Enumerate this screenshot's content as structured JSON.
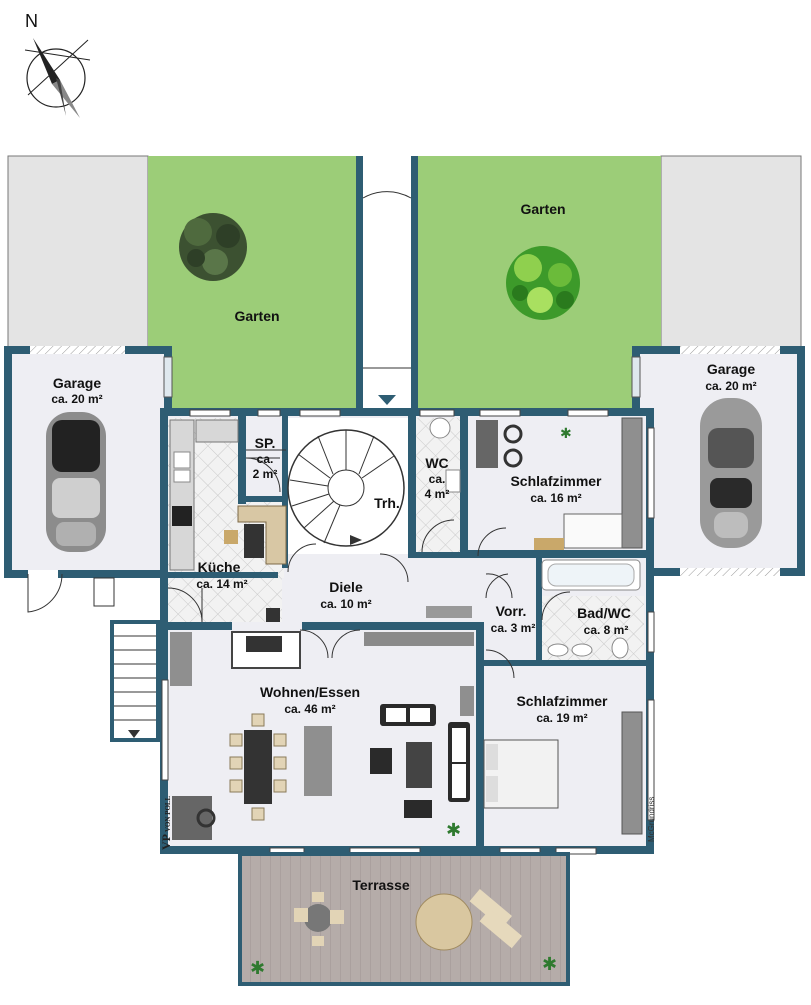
{
  "compass": {
    "label": "N"
  },
  "rooms": {
    "garden_left": {
      "name": "Garten"
    },
    "garden_right": {
      "name": "Garten"
    },
    "garage_left": {
      "name": "Garage",
      "area": "ca. 20 m²"
    },
    "garage_right": {
      "name": "Garage",
      "area": "ca. 20 m²"
    },
    "pantry": {
      "name": "SP.",
      "area_line1": "ca.",
      "area_line2": "2 m²"
    },
    "wc": {
      "name": "WC",
      "area_line1": "ca.",
      "area_line2": "4 m²"
    },
    "stairs": {
      "name": "Trh."
    },
    "bedroom_top": {
      "name": "Schlafzimmer",
      "area": "ca. 16 m²"
    },
    "kitchen": {
      "name": "Küche",
      "area": "ca. 14 m²"
    },
    "hall": {
      "name": "Diele",
      "area": "ca. 10 m²"
    },
    "anteroom": {
      "name": "Vorr.",
      "area": "ca. 3 m²"
    },
    "bath": {
      "name": "Bad/WC",
      "area": "ca. 8 m²"
    },
    "living": {
      "name": "Wohnen/Essen",
      "area": "ca. 46 m²"
    },
    "bedroom_bottom": {
      "name": "Schlafzimmer",
      "area": "ca. 19 m²"
    },
    "terrace": {
      "name": "Terrasse"
    }
  },
  "branding": {
    "logo": "VON POLL",
    "logo_mark": "VP",
    "credit": "McGrundriss"
  },
  "colors": {
    "wall": "#2e5d73",
    "grass": "#9ccd78",
    "garage_floor": "#e4e4e4",
    "floor": "#eeeef3",
    "terrace_deck": "#b3aaa7"
  }
}
